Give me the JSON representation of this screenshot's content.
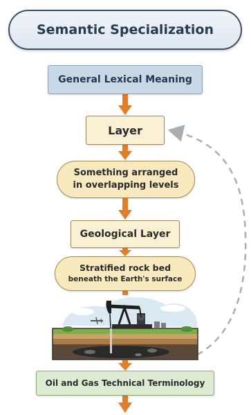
{
  "title": "Semantic Specialization",
  "nodes": {
    "general": "General Lexical Meaning",
    "layer": "Layer",
    "overlap_line1": "Something arranged",
    "overlap_line2": "in overlapping levels",
    "geological": "Geological Layer",
    "rock_line1": "Stratified rock bed",
    "rock_line2": "beneath the Earth's surface",
    "oilgas": "Oil and Gas Technical Terminology"
  },
  "colors": {
    "arrow": "#e07f2b",
    "feedback_arrow": "#a9aeb3",
    "title_border": "#3a4f67",
    "general_fill": "#c8d8e7",
    "layer_fill": "#faf0d4",
    "pill_fill": "#f9e9bf",
    "terminology_fill": "#dcebd2"
  },
  "icons": [
    "oil-pumpjack-icon",
    "airplane-icon",
    "soil-cross-section-icon"
  ]
}
